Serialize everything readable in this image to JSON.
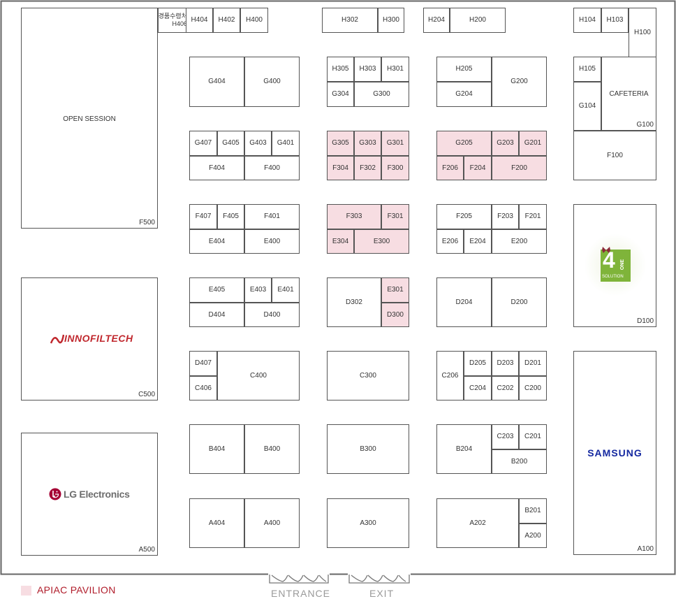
{
  "legend": {
    "label": "APIAC PAVILION",
    "color": "#f7dde2"
  },
  "doors": {
    "entrance": "ENTRANCE",
    "exit": "EXIT"
  },
  "logos": {
    "innofiltech": "INNOFILTECH",
    "lg": "LG Electronics",
    "samsung": "SAMSUNG",
    "fourone_number": "4",
    "fourone_word": "ONE",
    "fourone_sub": "SOLUTION"
  },
  "booths": [
    {
      "id": "H406",
      "label": "경품수령처 H406"
    },
    {
      "id": "H404"
    },
    {
      "id": "H402"
    },
    {
      "id": "H400"
    },
    {
      "id": "H302"
    },
    {
      "id": "H300"
    },
    {
      "id": "H204"
    },
    {
      "id": "H200"
    },
    {
      "id": "H104"
    },
    {
      "id": "H103"
    },
    {
      "id": "H100"
    },
    {
      "id": "OPEN SESSION"
    },
    {
      "id": "F500"
    },
    {
      "id": "G404"
    },
    {
      "id": "G400"
    },
    {
      "id": "H305"
    },
    {
      "id": "H303"
    },
    {
      "id": "H301"
    },
    {
      "id": "G304"
    },
    {
      "id": "G300"
    },
    {
      "id": "H205"
    },
    {
      "id": "G204"
    },
    {
      "id": "G200"
    },
    {
      "id": "H105"
    },
    {
      "id": "G104"
    },
    {
      "id": "CAFETERIA"
    },
    {
      "id": "G100"
    },
    {
      "id": "G407"
    },
    {
      "id": "G405"
    },
    {
      "id": "G403"
    },
    {
      "id": "G401"
    },
    {
      "id": "F404"
    },
    {
      "id": "F400"
    },
    {
      "id": "G305",
      "pavilion": true
    },
    {
      "id": "G303",
      "pavilion": true
    },
    {
      "id": "G301",
      "pavilion": true
    },
    {
      "id": "F304",
      "pavilion": true
    },
    {
      "id": "F302",
      "pavilion": true
    },
    {
      "id": "F300",
      "pavilion": true
    },
    {
      "id": "G205",
      "pavilion": true
    },
    {
      "id": "G203",
      "pavilion": true
    },
    {
      "id": "G201",
      "pavilion": true
    },
    {
      "id": "F206",
      "pavilion": true
    },
    {
      "id": "F204",
      "pavilion": true
    },
    {
      "id": "F200",
      "pavilion": true
    },
    {
      "id": "F100"
    },
    {
      "id": "F407"
    },
    {
      "id": "F405"
    },
    {
      "id": "F401"
    },
    {
      "id": "E404"
    },
    {
      "id": "E400"
    },
    {
      "id": "F303",
      "pavilion": true
    },
    {
      "id": "F301",
      "pavilion": true
    },
    {
      "id": "E304",
      "pavilion": true
    },
    {
      "id": "E300",
      "pavilion": true
    },
    {
      "id": "F205"
    },
    {
      "id": "F203"
    },
    {
      "id": "F201"
    },
    {
      "id": "E206"
    },
    {
      "id": "E204"
    },
    {
      "id": "E200"
    },
    {
      "id": "D100"
    },
    {
      "id": "C500"
    },
    {
      "id": "E405"
    },
    {
      "id": "E403"
    },
    {
      "id": "E401"
    },
    {
      "id": "D404"
    },
    {
      "id": "D400"
    },
    {
      "id": "D302"
    },
    {
      "id": "E301",
      "pavilion": true
    },
    {
      "id": "D300",
      "pavilion": true
    },
    {
      "id": "D204"
    },
    {
      "id": "D200"
    },
    {
      "id": "D407"
    },
    {
      "id": "C406"
    },
    {
      "id": "C400"
    },
    {
      "id": "C300"
    },
    {
      "id": "C206"
    },
    {
      "id": "D205"
    },
    {
      "id": "D203"
    },
    {
      "id": "D201"
    },
    {
      "id": "C204"
    },
    {
      "id": "C202"
    },
    {
      "id": "C200"
    },
    {
      "id": "A100"
    },
    {
      "id": "B404"
    },
    {
      "id": "B400"
    },
    {
      "id": "B300"
    },
    {
      "id": "B204"
    },
    {
      "id": "C203"
    },
    {
      "id": "C201"
    },
    {
      "id": "B200"
    },
    {
      "id": "A500"
    },
    {
      "id": "A404"
    },
    {
      "id": "A400"
    },
    {
      "id": "A300"
    },
    {
      "id": "A202"
    },
    {
      "id": "B201"
    },
    {
      "id": "A200"
    }
  ]
}
